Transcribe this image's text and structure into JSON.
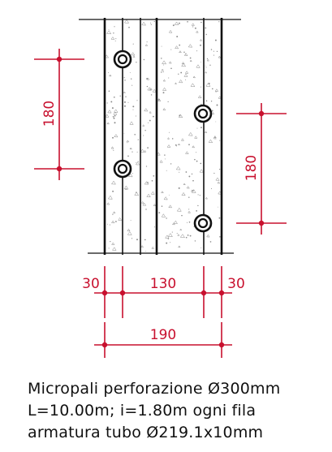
{
  "colors": {
    "dimension": "#c8102e",
    "line": "#111111",
    "concrete_dots": "#8a8a8a"
  },
  "dimensions": {
    "left_spacing": "180",
    "right_spacing": "180",
    "edge_left": "30",
    "inner_width": "130",
    "edge_right": "30",
    "total_width": "190"
  },
  "caption": {
    "line1": "Micropali perforazione Ø300mm",
    "line2": "L=10.00m; i=1.80m ogni fila",
    "line3": "armatura tubo Ø219.1x10mm"
  },
  "icons": [
    "micropile-icon"
  ]
}
